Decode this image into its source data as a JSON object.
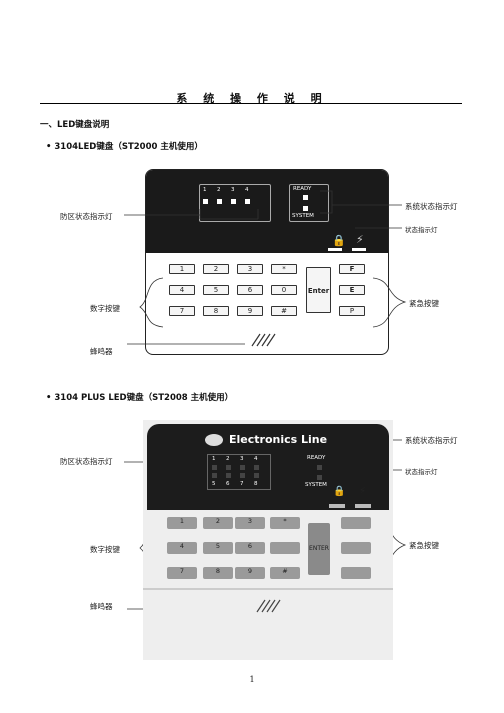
{
  "doc": {
    "title": "系 统 操 作 说 明",
    "section1": "一、LED键盘说明",
    "sub1": "•  3104LED键盘（ST2000 主机使用）",
    "sub2": "•  3104 PLUS LED键盘（ST2008 主机使用）",
    "page_number": "1"
  },
  "labels": {
    "zone_led": "防区状态指示灯",
    "system_led": "系统状态指示灯",
    "status_led": "状态指示灯",
    "numeric_keys": "数字按键",
    "emergency_keys": "紧急按键",
    "buzzer": "蜂鸣器"
  },
  "keypad1": {
    "zone_numbers": [
      "1",
      "2",
      "3",
      "4"
    ],
    "ready": "READY",
    "system": "SYSTEM",
    "keys": [
      "1",
      "2",
      "3",
      "*",
      "4",
      "5",
      "6",
      "0",
      "7",
      "8",
      "9",
      "#"
    ],
    "enter": "Enter",
    "emergency": [
      "F",
      "E",
      "P"
    ]
  },
  "keypad2": {
    "brand": "Electronics Line",
    "zone_numbers_top": [
      "1",
      "2",
      "3",
      "4"
    ],
    "zone_numbers_bottom": [
      "5",
      "6",
      "7",
      "8"
    ],
    "ready": "READY",
    "system": "SYSTEM",
    "keys": [
      "1",
      "2",
      "3",
      "*",
      "4",
      "5",
      "6",
      "7",
      "8",
      "9",
      "#"
    ],
    "enter": "ENTER"
  }
}
